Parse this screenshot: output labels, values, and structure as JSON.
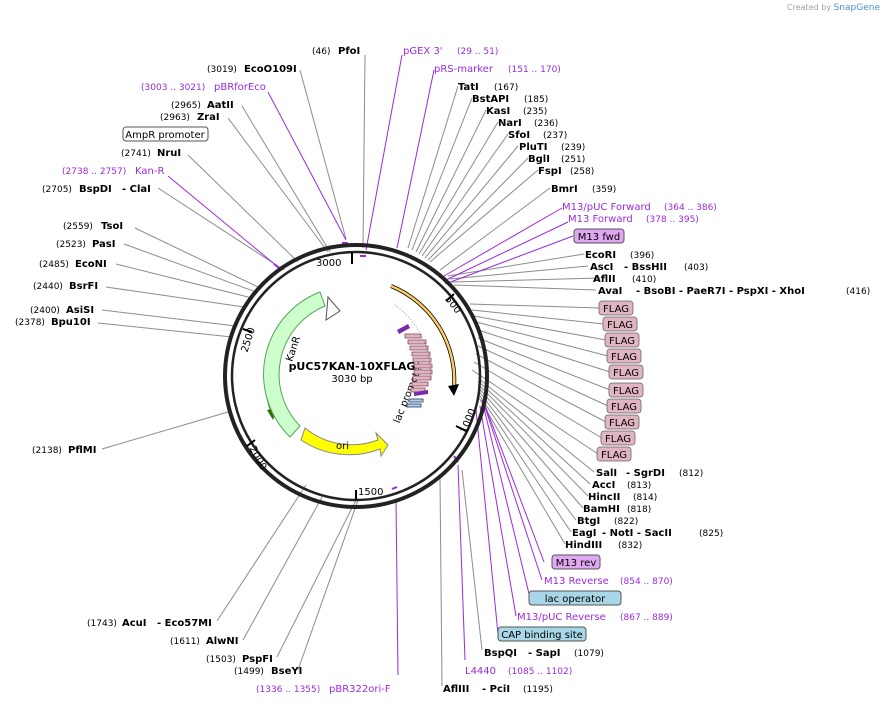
{
  "credit": {
    "prefix": "Created by",
    "brand": "SnapGene"
  },
  "plasmid": {
    "name": "pUC57KAN-10XFLAG",
    "length": "3030 bp"
  },
  "ruler": [
    "500",
    "1000",
    "1500",
    "2000",
    "2500",
    "3000"
  ],
  "features_on_map": {
    "kanr": "KanR",
    "ori": "ori",
    "lac": "lac promoter"
  },
  "sites": {
    "pfoi": {
      "pos": "(46)",
      "name": "PfoI"
    },
    "ecoo109i": {
      "pos": "(3019)",
      "name": "EcoO109I"
    },
    "aatii": {
      "pos": "(2965)",
      "name": "AatII"
    },
    "zrai": {
      "pos": "(2963)",
      "name": "ZraI"
    },
    "nrui": {
      "pos": "(2741)",
      "name": "NruI"
    },
    "bspdi": {
      "pos": "(2705)",
      "name": "BspDI",
      "alt": "- ClaI"
    },
    "tsoi": {
      "pos": "(2559)",
      "name": "TsoI"
    },
    "pasi": {
      "pos": "(2523)",
      "name": "PasI"
    },
    "econi": {
      "pos": "(2485)",
      "name": "EcoNI"
    },
    "bsrfi": {
      "pos": "(2440)",
      "name": "BsrFI"
    },
    "asisi": {
      "pos": "(2400)",
      "name": "AsiSI"
    },
    "bpu10i": {
      "pos": "(2378)",
      "name": "Bpu10I"
    },
    "pfimi": {
      "pos": "(2138)",
      "name": "PflMI"
    },
    "acui": {
      "pos": "(1743)",
      "name": "AcuI",
      "alt": "- Eco57MI"
    },
    "alwni": {
      "pos": "(1611)",
      "name": "AlwNI"
    },
    "pspfi": {
      "pos": "(1503)",
      "name": "PspFI"
    },
    "bseyi": {
      "pos": "(1499)",
      "name": "BseYI"
    },
    "afliii": {
      "name": "AflIII",
      "alt": "- PciI",
      "pos": "(1195)"
    },
    "bspqi": {
      "name": "BspQI",
      "alt": "- SapI",
      "pos": "(1079)"
    },
    "hindiii": {
      "name": "HindIII",
      "pos": "(832)"
    },
    "eagi": {
      "name": "EagI",
      "alt": "- NotI   - SacII",
      "pos": "(825)"
    },
    "btgi": {
      "name": "BtgI",
      "pos": "(822)"
    },
    "bamhi": {
      "name": "BamHI",
      "pos": "(818)"
    },
    "hincii": {
      "name": "HincII",
      "pos": "(814)"
    },
    "acci": {
      "name": "AccI",
      "pos": "(813)"
    },
    "sali": {
      "name": "SalI",
      "alt": "- SgrDI",
      "pos": "(812)"
    },
    "avai": {
      "name": "AvaI",
      "alt": "- BsoBI   - PaeR7I   - PspXI   - XhoI",
      "pos": "(416)"
    },
    "aflii": {
      "name": "AflII",
      "pos": "(410)"
    },
    "asci": {
      "name": "AscI",
      "alt": "- BssHII",
      "pos": "(403)"
    },
    "ecori": {
      "name": "EcoRI",
      "pos": "(396)"
    },
    "bmri": {
      "name": "BmrI",
      "pos": "(359)"
    },
    "fspi": {
      "name": "FspI",
      "pos": "(258)"
    },
    "bgli": {
      "name": "BglI",
      "pos": "(251)"
    },
    "pluti": {
      "name": "PluTI",
      "pos": "(239)"
    },
    "sfoi": {
      "name": "SfoI",
      "pos": "(237)"
    },
    "nari": {
      "name": "NarI",
      "pos": "(236)"
    },
    "kasi": {
      "name": "KasI",
      "pos": "(235)"
    },
    "bstapi": {
      "name": "BstAPI",
      "pos": "(185)"
    },
    "tati": {
      "name": "TatI",
      "pos": "(167)"
    }
  },
  "primers": {
    "pgex3": {
      "name": "pGEX 3'",
      "range": "(29 .. 51)"
    },
    "prsmarker": {
      "name": "pRS-marker",
      "range": "(151 .. 170)"
    },
    "pbrforeco": {
      "range": "(3003 .. 3021)",
      "name": "pBRforEco"
    },
    "kanr": {
      "range": "(2738 .. 2757)",
      "name": "Kan-R"
    },
    "m13puc": {
      "name": "M13/pUC Forward",
      "range": "(364 .. 386)"
    },
    "m13fwd": {
      "name": "M13 Forward",
      "range": "(378 .. 395)"
    },
    "m13rev": {
      "name": "M13 Reverse",
      "range": "(854 .. 870)"
    },
    "m13pucrev": {
      "name": "M13/pUC Reverse",
      "range": "(867 .. 889)"
    },
    "l4440": {
      "name": "L4440",
      "range": "(1085 .. 1102)"
    },
    "pbr322": {
      "range": "(1336 .. 1355)",
      "name": "pBR322ori-F"
    }
  },
  "boxes": {
    "ampr_promoter": "AmpR promoter",
    "m13_fwd": "M13 fwd",
    "flag": [
      "FLAG",
      "FLAG",
      "FLAG",
      "FLAG",
      "FLAG",
      "FLAG",
      "FLAG",
      "FLAG",
      "FLAG",
      "FLAG"
    ],
    "m13_rev": "M13 rev",
    "lac_operator": "lac operator",
    "cap_site": "CAP binding site"
  },
  "colors": {
    "primer": "#9b2bdc",
    "kanr": "#ccffcc",
    "ori": "#ffff00",
    "lac_promoter": "#ffcc66",
    "flag": "#e0b4c1",
    "m13_box": "#e0a8f0",
    "blue_box": "#a8d8e8"
  }
}
